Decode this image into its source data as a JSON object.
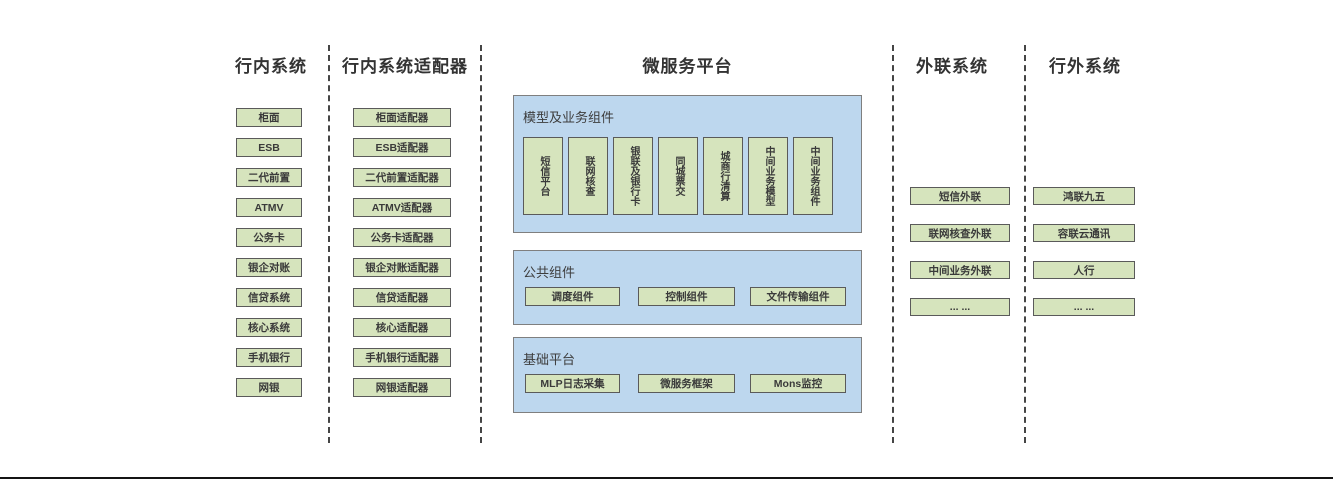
{
  "palette": {
    "green_fill": "#d6e4bd",
    "green_border": "#5a5a5a",
    "blue_fill": "#bdd7ee",
    "blue_border": "#7f7f7f",
    "text": "#3c3c3c"
  },
  "columns": {
    "internal": {
      "title": "行内系统",
      "items": [
        "柜面",
        "ESB",
        "二代前置",
        "ATMV",
        "公务卡",
        "银企对账",
        "信贷系统",
        "核心系统",
        "手机银行",
        "网银"
      ]
    },
    "adapters": {
      "title": "行内系统适配器",
      "items": [
        "柜面适配器",
        "ESB适配器",
        "二代前置适配器",
        "ATMV适配器",
        "公务卡适配器",
        "银企对账适配器",
        "信贷适配器",
        "核心适配器",
        "手机银行适配器",
        "网银适配器"
      ]
    },
    "platform": {
      "title": "微服务平台",
      "model_group": {
        "label": "模型及业务组件",
        "items": [
          "短信平台",
          "联网核查",
          "银联及银行卡",
          "同城票交",
          "城商行清算",
          "中间业务模型",
          "中间业务组件"
        ]
      },
      "common_group": {
        "label": "公共组件",
        "items": [
          "调度组件",
          "控制组件",
          "文件传输组件"
        ]
      },
      "base_group": {
        "label": "基础平台",
        "items": [
          "MLP日志采集",
          "微服务框架",
          "Mons监控"
        ]
      }
    },
    "outreach": {
      "title": "外联系统",
      "items": [
        "短信外联",
        "联网核查外联",
        "中间业务外联",
        "... ..."
      ]
    },
    "external": {
      "title": "行外系统",
      "items": [
        "鸿联九五",
        "容联云通讯",
        "人行",
        "... ..."
      ]
    }
  }
}
